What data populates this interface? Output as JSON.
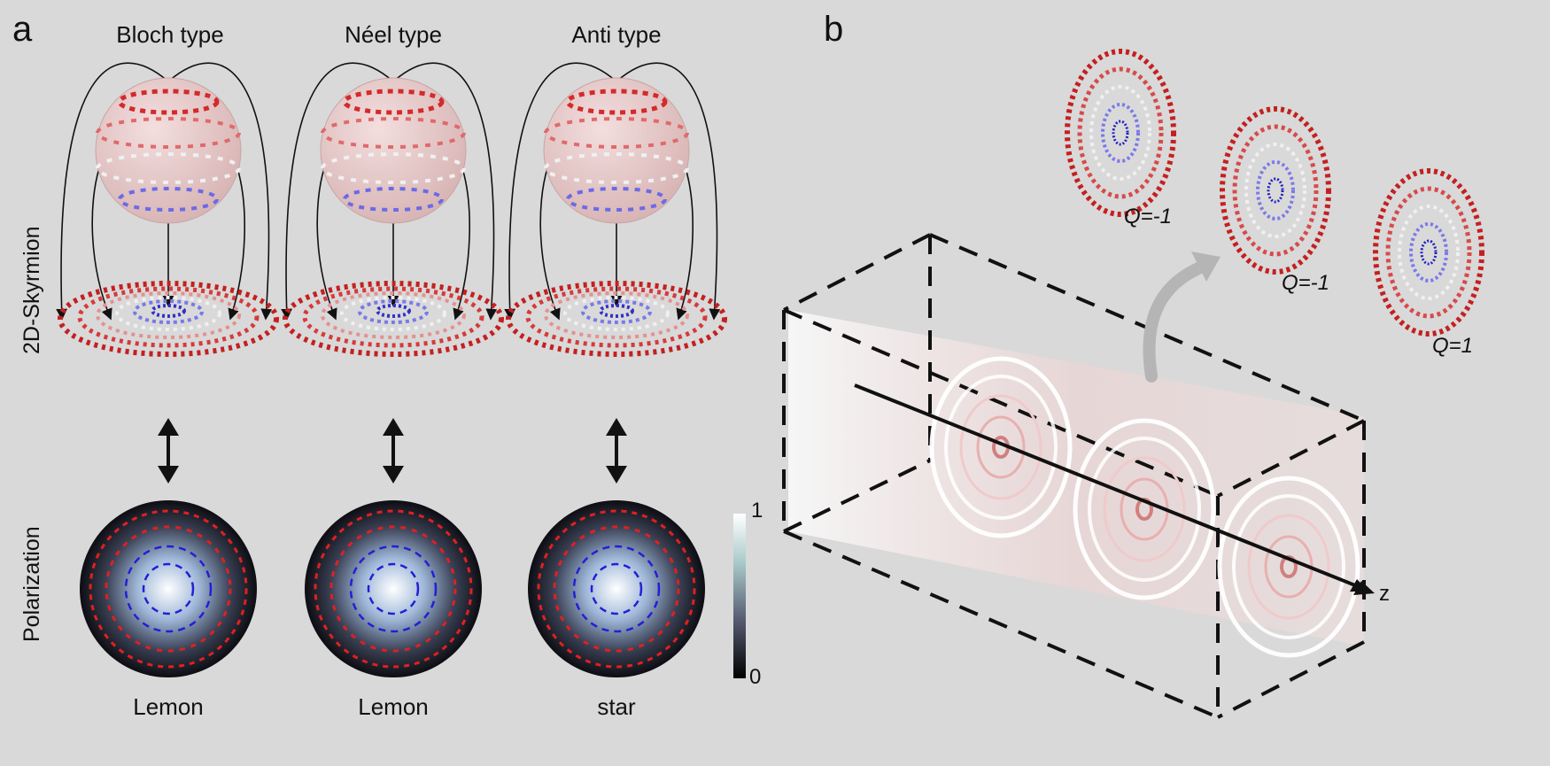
{
  "panel_a": {
    "label": "a",
    "columns": [
      {
        "title": "Bloch type",
        "pattern": "Lemon"
      },
      {
        "title": "Néel type",
        "pattern": "Lemon"
      },
      {
        "title": "Anti type",
        "pattern": "star"
      }
    ],
    "row_labels": {
      "top": "2D-Skyrmion",
      "bottom": "Polarization"
    },
    "colorbar": {
      "max": "1",
      "min": "0"
    }
  },
  "panel_b": {
    "label": "b",
    "axis_label": "z",
    "charges": [
      "Q=-1",
      "Q=-1",
      "Q=1"
    ]
  },
  "colors": {
    "background": "#d9d9d9",
    "up_vector": "#d42a2a",
    "down_vector": "#5a5ae8",
    "sphere_fill": "#e8c4c4"
  }
}
